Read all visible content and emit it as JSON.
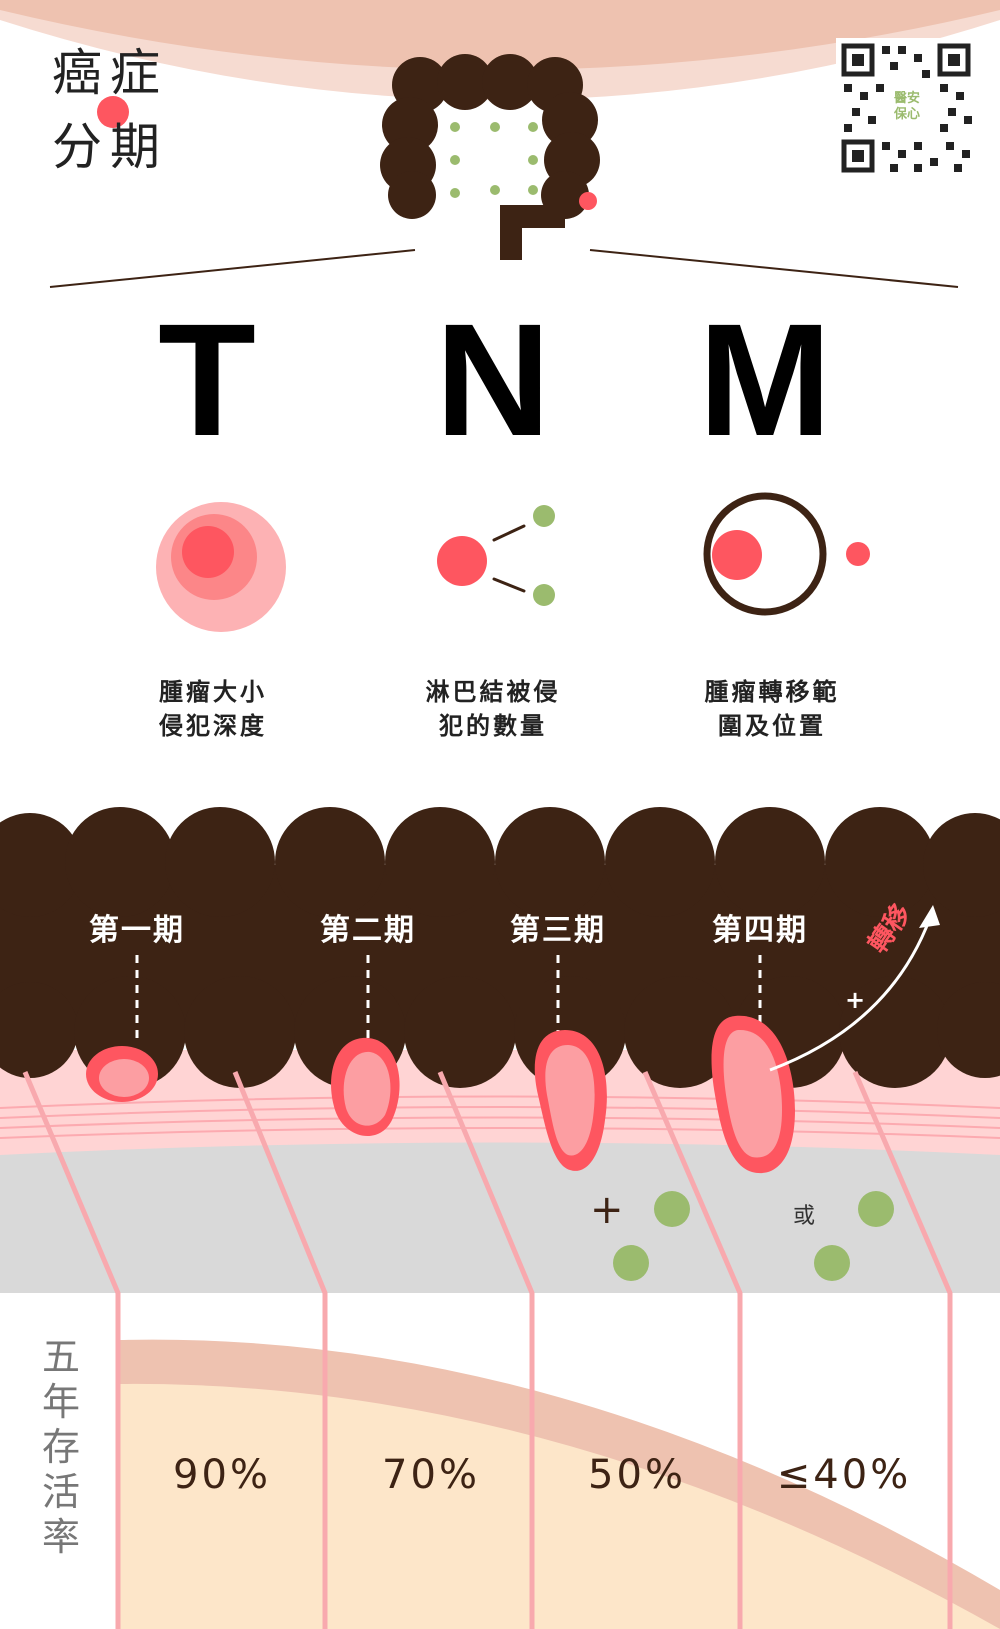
{
  "title": {
    "line1": "癌症",
    "line2": "分期"
  },
  "qr": {
    "label_line1": "醫安",
    "label_line2": "保心"
  },
  "tnm": [
    {
      "letter": "T",
      "desc_line1": "腫瘤大小",
      "desc_line2": "侵犯深度"
    },
    {
      "letter": "N",
      "desc_line1": "淋巴結被侵",
      "desc_line2": "犯的數量"
    },
    {
      "letter": "M",
      "desc_line1": "腫瘤轉移範",
      "desc_line2": "圍及位置"
    }
  ],
  "stages": [
    {
      "label": "第一期",
      "survival": "90%"
    },
    {
      "label": "第二期",
      "survival": "70%"
    },
    {
      "label": "第三期",
      "survival": "50%"
    },
    {
      "label": "第四期",
      "survival": "≤40%"
    }
  ],
  "metastasis": {
    "plus": "+",
    "text": "轉移"
  },
  "lymph": {
    "plus": "+",
    "or": "或"
  },
  "survival_label": [
    "五",
    "年",
    "存",
    "活",
    "率"
  ],
  "colors": {
    "brown": "#3d2314",
    "tumor_red": "#fe5660",
    "tumor_pink": "#fc9ea2",
    "tissue_pink": "#ffd4d4",
    "lymph_green": "#9bbb6e",
    "gray_layer": "#d9d9d9",
    "arc_outer": "#eec2b0",
    "arc_inner": "#fde6c9"
  },
  "icons": [
    "colon-icon",
    "qr-code-icon",
    "tumor-size-icon",
    "lymph-node-icon",
    "metastasis-icon",
    "arrow-icon"
  ]
}
